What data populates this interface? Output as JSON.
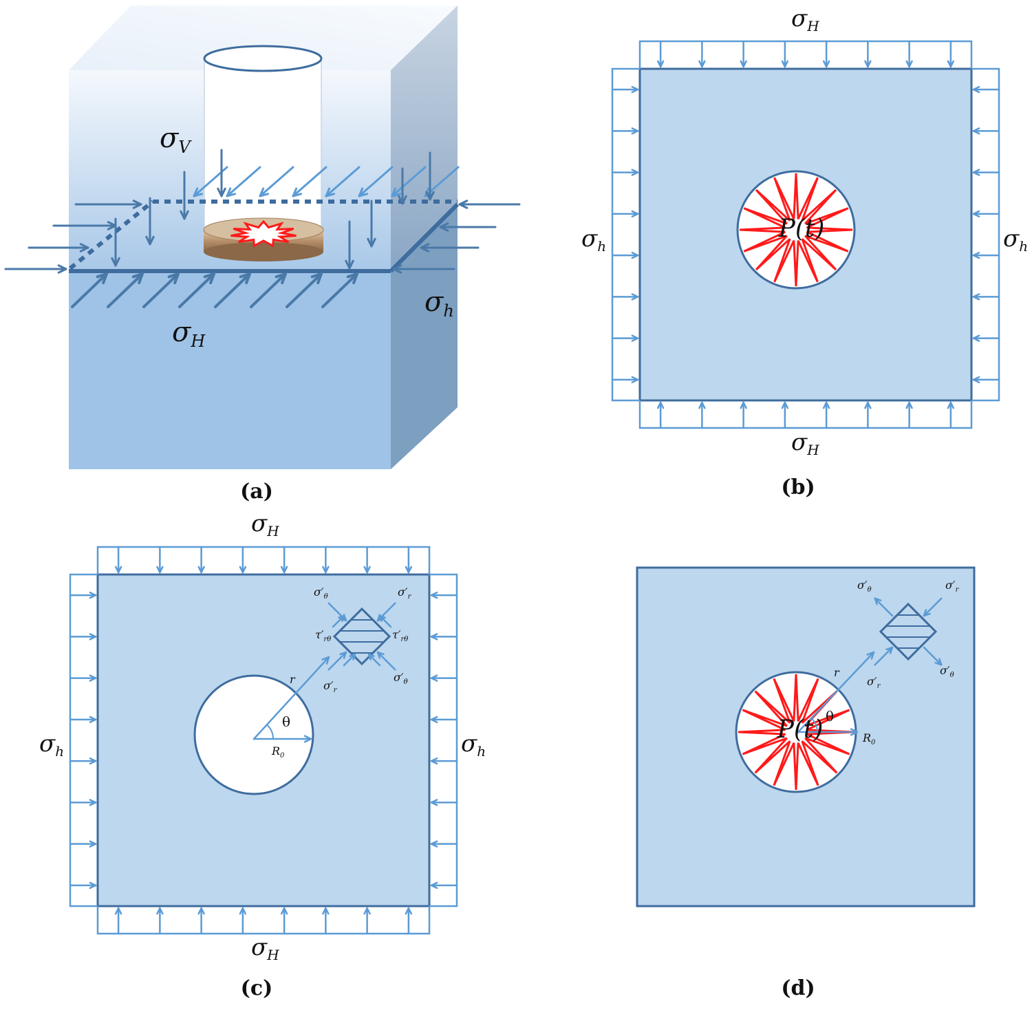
{
  "figure": {
    "captions": {
      "a": "(a)",
      "b": "(b)",
      "c": "(c)",
      "d": "(d)"
    },
    "labels": {
      "sigma_v_sym": "σ",
      "sigma_v_sub": "V",
      "sigma_H_sym": "σ",
      "sigma_H_sub": "H",
      "sigma_h_sym": "σ",
      "sigma_h_sub": "h",
      "pressure": "P(t)",
      "r": "r",
      "theta": "θ",
      "R0": "R",
      "R0_sub": "0",
      "sig_theta": "σ′",
      "sig_theta_sub": "θ",
      "sig_r": "σ′",
      "sig_r_sub": "r",
      "tau": "τ′",
      "tau_sub": "rθ"
    }
  },
  "colors": {
    "block_light": "#dce9f6",
    "block_mid": "#9fc3e6",
    "block_side": "#7d9fc0",
    "plate_fill": "#bdd7ee",
    "plate_edge": "#3e6c9e",
    "arrow": "#5b9bd5",
    "arrow_dark": "#4a79a8",
    "blast": "#ff1a1a"
  },
  "icons": {
    "explosion": "red-star-burst",
    "charge": "rock-disc"
  }
}
